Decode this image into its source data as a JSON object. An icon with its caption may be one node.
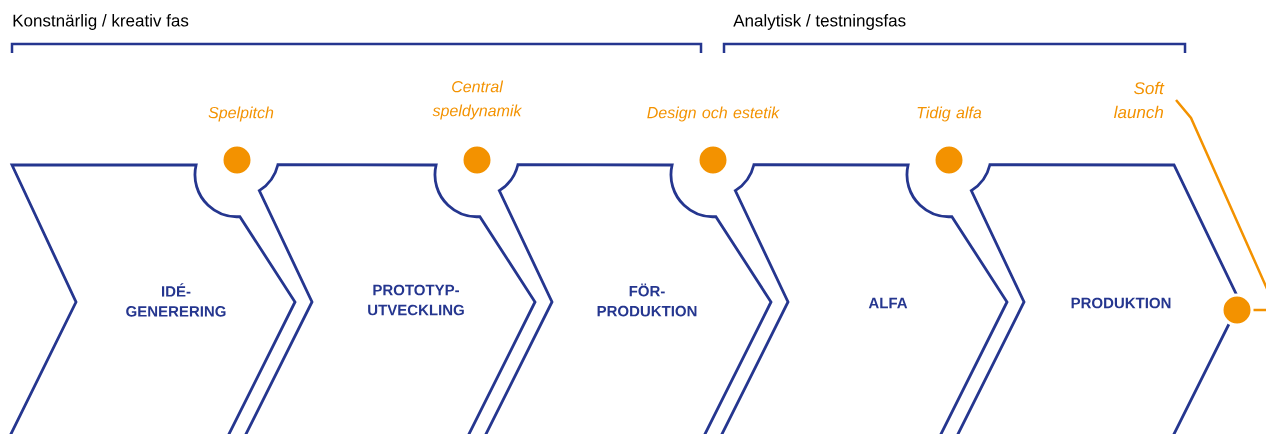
{
  "diagram": {
    "nodes": [
      {
        "text": [
          "IDÉ- GENERERING"
        ]
      },
      {
        "text": [
          "PROTOTYP- UTVECKLING"
        ]
      },
      {
        "text": [
          "FÖR- PRODUKTION"
        ]
      },
      {
        "text": [
          "ALFA"
        ]
      },
      {
        "text": [
          "PRODUKTION"
        ]
      },
      {
        "text": [],
        "shape": "circle",
        "beside": [
          "Spelpitch"
        ]
      },
      {
        "text": [],
        "shape": "circle",
        "beside": [
          "Central speldynamik"
        ]
      },
      {
        "text": [],
        "shape": "circle",
        "beside": [
          "Design och estetik"
        ]
      },
      {
        "text": [],
        "shape": "circle",
        "beside": [
          "Tidig alfa"
        ]
      },
      {
        "text": [
          "Soft launch"
        ]
      },
      {
        "text": [],
        "shape": "circle"
      }
    ],
    "edges": [
      {
        "from": 9,
        "to": 10,
        "arrow": "none"
      }
    ],
    "labels": [
      "Konstnärlig / kreativ fas",
      "Analytisk / testningsfas"
    ]
  }
}
